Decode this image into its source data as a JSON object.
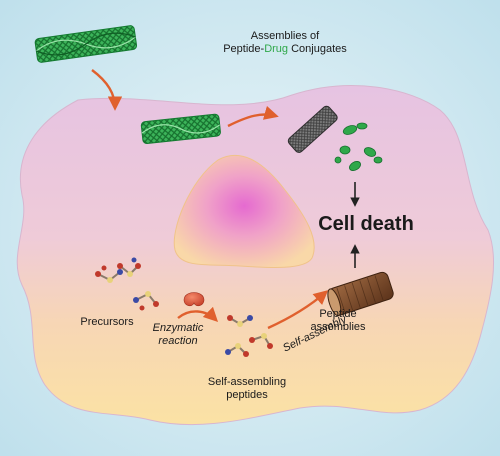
{
  "title_line1": "Assemblies of",
  "title_peptide": "Peptide-",
  "title_drug": "Drug",
  "title_conjugates": " Conjugates",
  "cell_death": "Cell death",
  "precursors": "Precursors",
  "enzymatic_line1": "Enzymatic",
  "enzymatic_line2": "reaction",
  "self_assembling_line1": "Self-assembling",
  "self_assembling_line2": "peptides",
  "peptide_assemblies_line1": "Peptide",
  "peptide_assemblies_line2": "assemblies",
  "self_assembly": "Self-assembly",
  "colors": {
    "background": "#cfe6f0",
    "cell_top": "#e9c7e3",
    "cell_bottom": "#f8dca0",
    "nucleus_center": "#e87fcf",
    "nucleus_edge": "#f7cf9f",
    "drug_green": "#2fa84a",
    "arrow_orange": "#e0602e",
    "enzyme": "#d9553b",
    "assembly_brown": "#7a4a2a"
  }
}
